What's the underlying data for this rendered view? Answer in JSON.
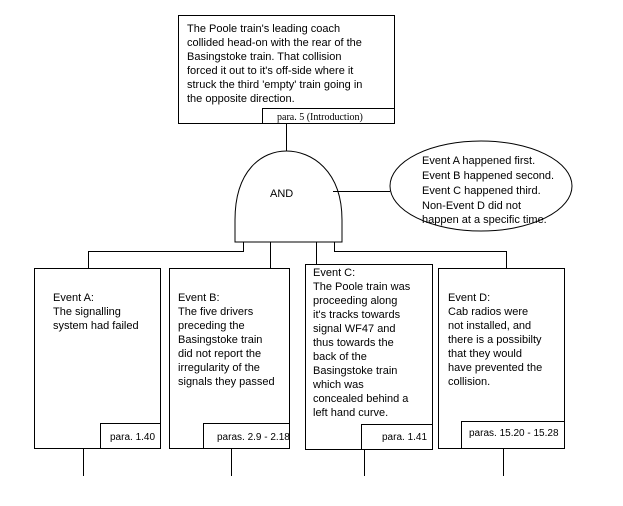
{
  "top_event": {
    "lines": [
      "The Poole train's leading coach",
      "collided head-on with the rear of the",
      "Basingstoke train. That collision",
      "forced it out to it's off-side where it",
      "struck the third 'empty' train going in",
      "the opposite direction."
    ],
    "reference": "para. 5 (Introduction)"
  },
  "gate": {
    "label": "AND"
  },
  "condition": {
    "lines": [
      "Event A happened first.",
      "Event B happened second.",
      "Event C happened third.",
      "Non-Event D did not",
      "happen at a  specific time."
    ]
  },
  "events": [
    {
      "lines": [
        "Event A:",
        "The signalling",
        "system had failed"
      ],
      "reference": "para. 1.40"
    },
    {
      "lines": [
        "Event B:",
        "The five drivers",
        "preceding the",
        "Basingstoke train",
        "did not report the",
        "irregularity of the",
        "signals they passed"
      ],
      "reference": "paras. 2.9 - 2.18"
    },
    {
      "lines": [
        "Event C:",
        "The Poole train was",
        "proceeding along",
        "it's tracks towards",
        "signal WF47 and",
        "thus towards the",
        "back of the",
        "Basingstoke train",
        "which was",
        "concealed behind a",
        "left hand curve."
      ],
      "reference": "para. 1.41"
    },
    {
      "lines": [
        "Event D:",
        "Cab radios were",
        "not installed, and",
        "there is a possibilty",
        "that they would",
        "have prevented the",
        "collision."
      ],
      "reference": "paras. 15.20 - 15.28"
    }
  ]
}
